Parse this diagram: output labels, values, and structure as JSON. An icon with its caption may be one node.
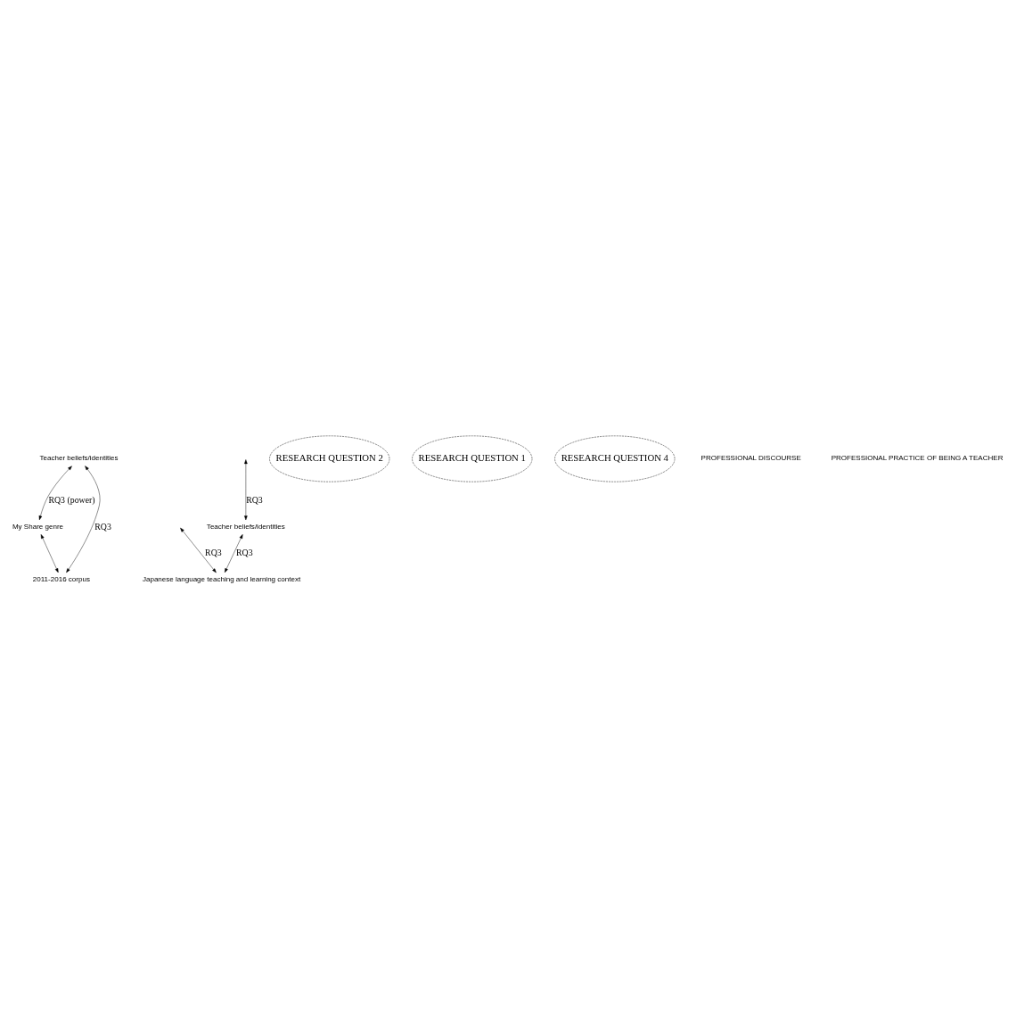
{
  "diagram": {
    "nodes": [
      {
        "text": [
          "Teacher beliefs/identities"
        ]
      },
      {
        "text": [
          "My Share genre"
        ]
      },
      {
        "text": [
          "2011-2016 corpus"
        ]
      },
      {
        "text": [
          "Teacher beliefs/identities"
        ]
      },
      {
        "text": [
          "Japanese language teaching and learning context"
        ]
      },
      {
        "text": [
          "RESEARCH QUESTION 2"
        ]
      },
      {
        "text": [
          "RESEARCH QUESTION 1"
        ]
      },
      {
        "text": [
          "RESEARCH QUESTION 4"
        ]
      }
    ],
    "edges": [
      {
        "from": 0,
        "to": 1,
        "arrow": "both",
        "label": "RQ3 (power)"
      },
      {
        "from": 0,
        "to": 2,
        "arrow": "both",
        "label": "RQ3"
      },
      {
        "from": 1,
        "to": 2,
        "arrow": "both"
      },
      {
        "from": null,
        "to": 3,
        "arrow": "both",
        "label": "RQ3"
      },
      {
        "from": null,
        "to": 4,
        "arrow": "both",
        "label": "RQ3"
      },
      {
        "from": 3,
        "to": 4,
        "arrow": "both",
        "label": "RQ3"
      }
    ],
    "labels": [
      "PROFESSIONAL DISCOURSE",
      "PROFESSIONAL PRACTICE OF BEING A TEACHER"
    ]
  }
}
